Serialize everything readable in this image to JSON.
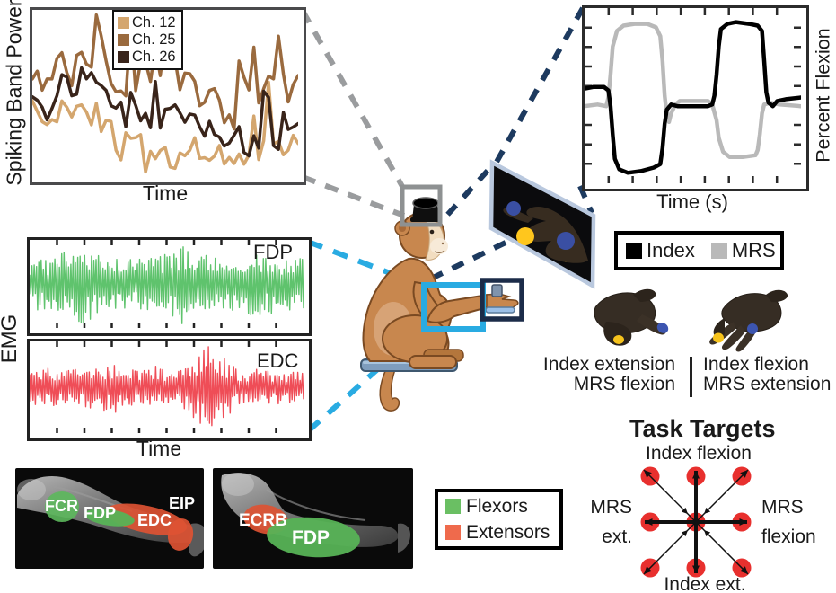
{
  "figure": {
    "spiking_panel": {
      "ylabel": "Spiking Band Power",
      "xlabel": "Time",
      "legend": [
        {
          "label": "Ch. 12",
          "color": "#d4a66e"
        },
        {
          "label": "Ch. 25",
          "color": "#9a6a3e"
        },
        {
          "label": "Ch. 26",
          "color": "#39241a"
        }
      ]
    },
    "flexion_panel": {
      "ylabel": "Percent Flexion",
      "xlabel": "Time (s)"
    },
    "behavior_legend": [
      {
        "label": "Index",
        "color": "#000000"
      },
      {
        "label": "MRS",
        "color": "#b9b9b9"
      }
    ],
    "emg_panel": {
      "ylabel": "EMG",
      "xlabel": "Time",
      "top_trace": "FDP",
      "bottom_trace": "EDC"
    },
    "hand_captions": {
      "left_line1": "Index extension",
      "left_line2": "MRS flexion",
      "right_line1": "Index flexion",
      "right_line2": "MRS extension"
    },
    "muscle_labels_left": {
      "fcr": "FCR",
      "fdp": "FDP",
      "edc": "EDC",
      "eip": "EIP"
    },
    "muscle_labels_right": {
      "ecrb": "ECRB",
      "fdp": "FDP"
    },
    "muscle_legend": [
      {
        "label": "Flexors",
        "color": "#6abf63"
      },
      {
        "label": "Extensors",
        "color": "#ef6a4c"
      }
    ],
    "task_targets": {
      "title": "Task Targets",
      "top": "Index flexion",
      "left_line1": "MRS",
      "left_line2": "ext.",
      "right_line1": "MRS",
      "right_line2": "flexion",
      "bottom": "Index ext.",
      "target_color": "#e8302e"
    },
    "colors": {
      "neural_path_dash": "#9a9c9e",
      "behavior_path_dash": "#1d3a5f",
      "emg_path_dash": "#29abe2",
      "arm_roi_box": "#29abe2",
      "manipulandum_box": "#1c2c49",
      "headstage_box": "#8e9192"
    }
  },
  "chart_data": [
    {
      "id": "spiking",
      "type": "line",
      "title": "",
      "xlabel": "Time",
      "ylabel": "Spiking Band Power",
      "grid": false,
      "legend_position": "top-center-inside",
      "series": [
        {
          "name": "Ch. 12",
          "color": "#d4a66e",
          "generator": {
            "seed": 7,
            "n": 55,
            "mean": 0.68,
            "jitter": 0.14,
            "spike": 0.35,
            "p0": 0.06,
            "p1": 0.2
          }
        },
        {
          "name": "Ch. 25",
          "color": "#9a6a3e",
          "generator": {
            "seed": 13,
            "n": 55,
            "mean": 0.45,
            "jitter": 0.2,
            "spike": 0.42,
            "p0": 0.12,
            "p1": 0.32
          }
        },
        {
          "name": "Ch. 26",
          "color": "#39241a",
          "generator": {
            "seed": 29,
            "n": 55,
            "mean": 0.62,
            "jitter": 0.16,
            "spike": 0.4,
            "p0": 0.06,
            "p1": 0.28
          }
        }
      ]
    },
    {
      "id": "flexion",
      "type": "line",
      "xlabel": "Time (s)",
      "ylabel": "Percent Flexion",
      "ylim": [
        0,
        100
      ],
      "xlim": [
        0,
        100
      ],
      "grid": false,
      "series": [
        {
          "name": "MRS",
          "color": "#b9b9b9",
          "points": [
            [
              0,
              44
            ],
            [
              6,
              45
            ],
            [
              10,
              44
            ],
            [
              11,
              49
            ],
            [
              12,
              62
            ],
            [
              13,
              78
            ],
            [
              15,
              87
            ],
            [
              18,
              90
            ],
            [
              23,
              91
            ],
            [
              29,
              91
            ],
            [
              33,
              89
            ],
            [
              35,
              84
            ],
            [
              36,
              70
            ],
            [
              37,
              50
            ],
            [
              38,
              39
            ],
            [
              39,
              35
            ],
            [
              40,
              40
            ],
            [
              42,
              45
            ],
            [
              44,
              47
            ],
            [
              57,
              47
            ],
            [
              59,
              45
            ],
            [
              61,
              36
            ],
            [
              62,
              26
            ],
            [
              64,
              18
            ],
            [
              67,
              15
            ],
            [
              73,
              15
            ],
            [
              79,
              16
            ],
            [
              80,
              19
            ],
            [
              81,
              28
            ],
            [
              82,
              40
            ],
            [
              83,
              45
            ],
            [
              86,
              46
            ],
            [
              90,
              45
            ],
            [
              100,
              44
            ]
          ]
        },
        {
          "name": "Index",
          "color": "#000000",
          "points": [
            [
              0,
              54
            ],
            [
              4,
              55
            ],
            [
              9,
              55
            ],
            [
              11,
              53
            ],
            [
              12,
              44
            ],
            [
              13,
              28
            ],
            [
              14,
              14
            ],
            [
              16,
              8
            ],
            [
              20,
              6
            ],
            [
              26,
              7
            ],
            [
              32,
              9
            ],
            [
              35,
              11
            ],
            [
              36,
              20
            ],
            [
              37,
              34
            ],
            [
              38,
              42
            ],
            [
              40,
              45
            ],
            [
              43,
              44
            ],
            [
              57,
              44
            ],
            [
              59,
              45
            ],
            [
              60,
              50
            ],
            [
              61,
              62
            ],
            [
              62,
              78
            ],
            [
              63,
              88
            ],
            [
              66,
              91
            ],
            [
              70,
              92
            ],
            [
              76,
              91
            ],
            [
              80,
              90
            ],
            [
              82,
              87
            ],
            [
              83,
              70
            ],
            [
              84,
              52
            ],
            [
              85,
              46
            ],
            [
              87,
              44
            ],
            [
              89,
              47
            ],
            [
              93,
              48
            ],
            [
              100,
              49
            ]
          ]
        }
      ]
    },
    {
      "id": "emg",
      "type": "line",
      "xlabel": "Time",
      "ylabel": "EMG",
      "grid": false,
      "series": [
        {
          "name": "FDP",
          "color": "#5fc36d",
          "generator": {
            "seed": 3,
            "n": 240,
            "base": 0.62,
            "bursts": [
              {
                "c": 0.2,
                "w": 0.05,
                "a": 0.18
              },
              {
                "c": 0.56,
                "w": 0.04,
                "a": 0.22
              },
              {
                "c": 0.8,
                "w": 0.05,
                "a": 0.2
              }
            ]
          }
        },
        {
          "name": "EDC",
          "color": "#ef4d57",
          "generator": {
            "seed": 11,
            "n": 240,
            "base": 0.42,
            "bursts": [
              {
                "c": 0.3,
                "w": 0.06,
                "a": 0.1
              },
              {
                "c": 0.66,
                "w": 0.05,
                "a": 0.5
              }
            ]
          }
        }
      ]
    },
    {
      "id": "task_targets",
      "type": "scatter",
      "title": "Task Targets",
      "layout": "3x3 grid of red targets, center origin, thick cardinal axes and thin diagonal lines with arrowheads",
      "spacing_px": 51,
      "radius_px": 10.5,
      "target_color": "#e8302e"
    }
  ]
}
